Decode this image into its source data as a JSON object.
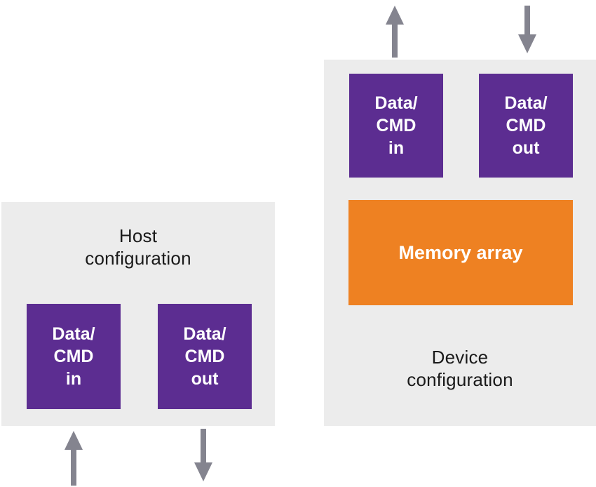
{
  "colors": {
    "purple": "#5c2d91",
    "orange": "#ee8122",
    "block_gray": "#ececec",
    "arrow_gray": "#84848f",
    "text_dark": "#1a1a1a",
    "text_light": "#ffffff"
  },
  "host_block": {
    "title_line1": "Host",
    "title_line2": "configuration",
    "data_in": {
      "line1": "Data/",
      "line2": "CMD",
      "line3": "in"
    },
    "data_out": {
      "line1": "Data/",
      "line2": "CMD",
      "line3": "out"
    }
  },
  "device_block": {
    "title_line1": "Device",
    "title_line2": "configuration",
    "data_in": {
      "line1": "Data/",
      "line2": "CMD",
      "line3": "in"
    },
    "data_out": {
      "line1": "Data/",
      "line2": "CMD",
      "line3": "out"
    },
    "memory_array_label": "Memory array"
  },
  "icons": {
    "device_input_arrow": "arrow-up-icon",
    "device_output_arrow": "arrow-down-icon",
    "host_input_arrow": "arrow-up-icon",
    "host_output_arrow": "arrow-down-icon"
  }
}
